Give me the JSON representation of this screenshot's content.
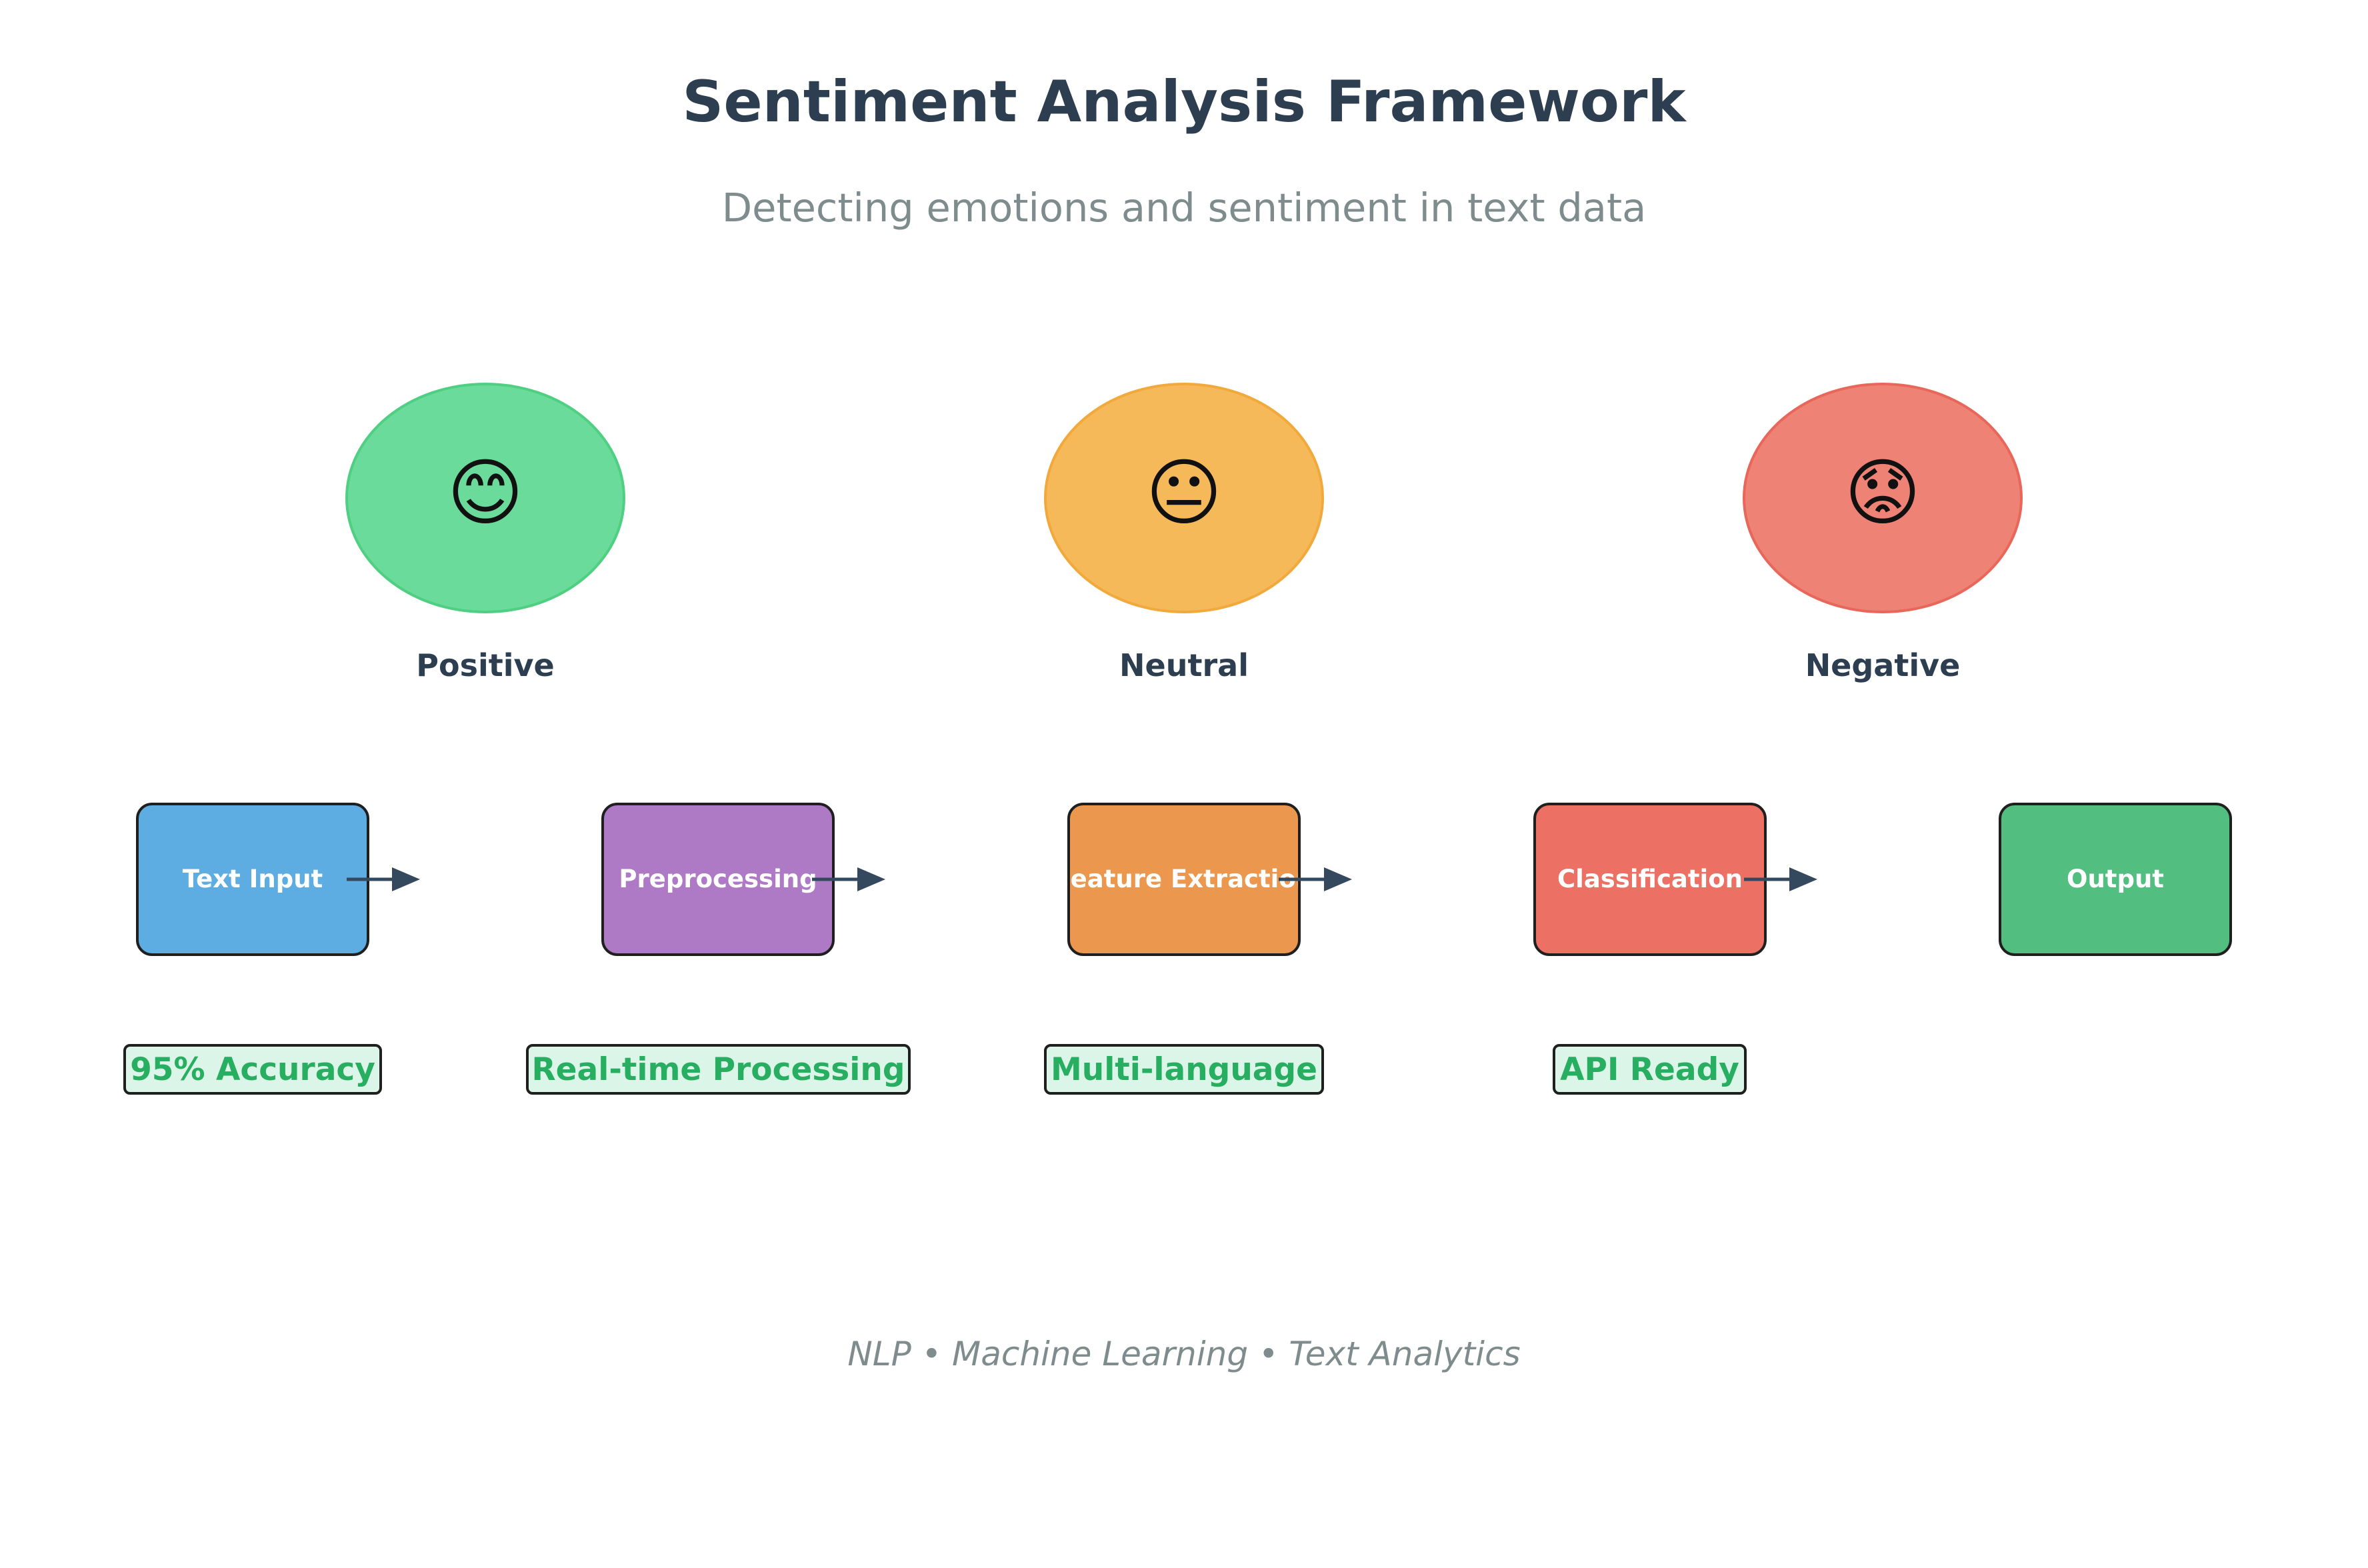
{
  "title": "Sentiment Analysis Framework",
  "subtitle": "Detecting emotions and sentiment in text data",
  "sentiments": [
    {
      "label": "Positive",
      "icon": "smiling-face-icon",
      "glyph": "😊",
      "color": "#6adb9a"
    },
    {
      "label": "Neutral",
      "icon": "neutral-face-icon",
      "glyph": "😐",
      "color": "#f5b95a"
    },
    {
      "label": "Negative",
      "icon": "worried-face-icon",
      "glyph": "😟",
      "color": "#ee8275"
    }
  ],
  "pipeline": [
    {
      "label": "Text Input",
      "color": "#5dade2"
    },
    {
      "label": "Preprocessing",
      "color": "#af7ac5"
    },
    {
      "label": "Feature Extraction",
      "color": "#eb984e"
    },
    {
      "label": "Classification",
      "color": "#ec7063"
    },
    {
      "label": "Output",
      "color": "#52be80"
    }
  ],
  "features": [
    {
      "label": "95% Accuracy"
    },
    {
      "label": "Real-time Processing"
    },
    {
      "label": "Multi-language"
    },
    {
      "label": "API Ready"
    }
  ],
  "footer": "NLP • Machine Learning • Text Analytics"
}
